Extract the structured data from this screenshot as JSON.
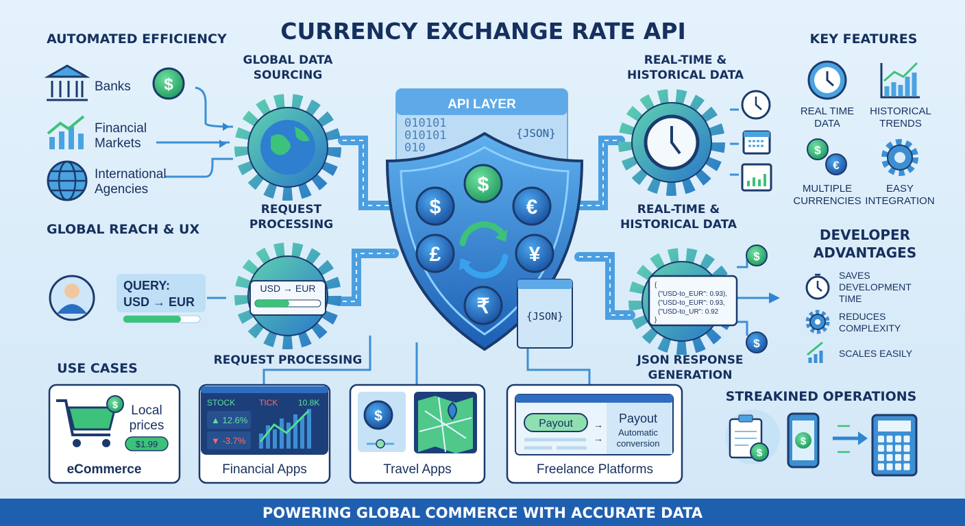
{
  "title": "CURRENCY EXCHANGE RATE API",
  "sections": {
    "automated_efficiency": "AUTOMATED EFFICIENCY",
    "global_reach": "GLOBAL REACH & UX",
    "use_cases": "USE CASES",
    "key_features": "KEY FEATURES",
    "developer_advantages": [
      "DEVELOPER",
      "ADVANTAGES"
    ],
    "streamlined_operations": "STREAKINED OPERATIONS"
  },
  "sources": [
    {
      "label": [
        "Banks"
      ],
      "icon": "bank-icon"
    },
    {
      "label": [
        "Financial",
        "Markets"
      ],
      "icon": "growth-chart-icon"
    },
    {
      "label": [
        "International",
        "Agencies"
      ],
      "icon": "globe-icon"
    }
  ],
  "gears": {
    "global_data_sourcing": [
      "GLOBAL DATA",
      "SOURCING"
    ],
    "request_processing_top": [
      "REQUEST",
      "PROCESSING"
    ],
    "request_processing_bottom": "REQUEST PROCESSING",
    "realtime_top": [
      "REAL-TIME &",
      "HISTORICAL DATA"
    ],
    "realtime_mid": [
      "REAL-TIME &",
      "HISTORICAL DATA"
    ],
    "json_response": [
      "JSON RESPONSE",
      "GENERATION"
    ],
    "gear_query": "USD → EUR"
  },
  "query": {
    "label": "QUERY:",
    "value": "USD → EUR",
    "progress": 0.75
  },
  "api_layer": {
    "title": "API LAYER",
    "binary": [
      "010101",
      "010101",
      "010"
    ],
    "json_tag": "{JSON}",
    "currencies": [
      "$",
      "$",
      "€",
      "£",
      "¥",
      "₹"
    ],
    "json_card": "{JSON}"
  },
  "json_response": [
    "{",
    "(\"USD-to_EUR\": 0.93),",
    "(\"USD-to_EUR\": 0.93,",
    "(\"USD-to_UR\": 0.92",
    "}"
  ],
  "key_features": [
    {
      "label": [
        "REAL TIME",
        "DATA"
      ],
      "icon": "clock-icon"
    },
    {
      "label": [
        "HISTORICAL",
        "TRENDS"
      ],
      "icon": "trend-chart-icon"
    },
    {
      "label": [
        "MULTIPLE",
        "CURRENCIES"
      ],
      "icon": "currency-exchange-icon"
    },
    {
      "label": [
        "EASY",
        "INTEGRATION"
      ],
      "icon": "gear-icon"
    }
  ],
  "advantages": [
    {
      "label": [
        "SAVES",
        "DEVELOPMENT",
        "TIME"
      ],
      "icon": "stopwatch-icon"
    },
    {
      "label": [
        "REDUCES",
        "COMPLEXITY"
      ],
      "icon": "gear-icon"
    },
    {
      "label": [
        "SCALES EASILY"
      ],
      "icon": "bar-chart-icon"
    }
  ],
  "use_cases": {
    "ecommerce": {
      "title": "eCommerce",
      "text": [
        "Local",
        "prices"
      ],
      "price": "$1.99"
    },
    "financial": {
      "title": "Financial Apps",
      "stock": "STOCK",
      "tick": "TICK",
      "volume": "10.8K",
      "up": "▲ 12.6%",
      "down": "▼ -3.7%"
    },
    "travel": {
      "title": "Travel Apps"
    },
    "freelance": {
      "title": "Freelance Platforms",
      "button": "Payout",
      "payout": "Payout",
      "conversion": [
        "Automatic",
        "conversion"
      ]
    }
  },
  "footer": "POWERING GLOBAL COMMERCE WITH ACCURATE DATA",
  "colors": {
    "navy": "#16305e",
    "blue": "#1f5fb0",
    "green": "#3cc27a",
    "bg": "#dcedf9"
  }
}
